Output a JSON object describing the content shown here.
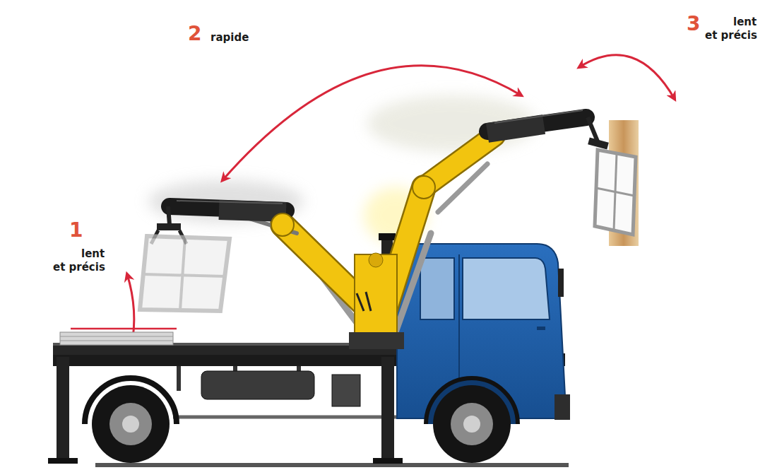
{
  "diagram": {
    "labels": [
      "1",
      "lent et précis",
      "2",
      "rapide",
      "3",
      "lent et précis"
    ]
  }
}
